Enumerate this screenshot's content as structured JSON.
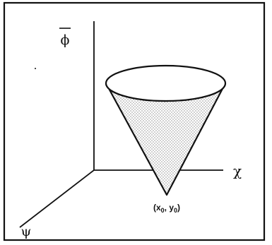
{
  "diagram": {
    "labels": {
      "vertical_axis": "ϕ",
      "horizontal_axis": "χ",
      "depth_axis": "ψ",
      "apex_x": "x",
      "apex_x_sub": "0",
      "apex_y": "y",
      "apex_y_sub": "0"
    },
    "colors": {
      "ink": "#111111",
      "background": "#ffffff",
      "stipple": "#8a8a8a"
    }
  }
}
